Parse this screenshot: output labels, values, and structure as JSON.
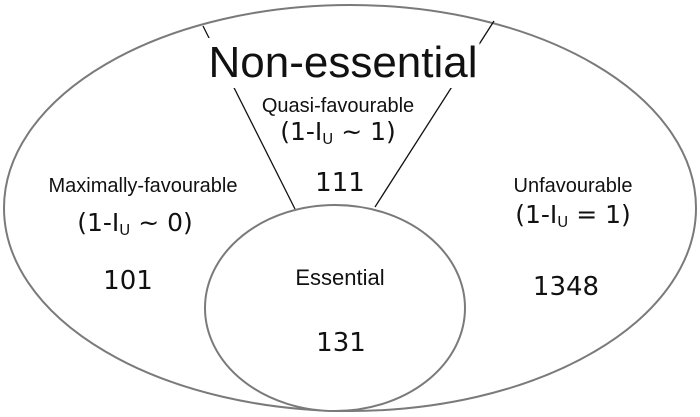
{
  "diagram": {
    "outer_set": {
      "label": "Non-essential",
      "regions": [
        {
          "id": "quasi-favourable",
          "name": "Quasi-favourable",
          "formula_prefix": "(1-I",
          "formula_sub": "U",
          "formula_suffix": " ~ 1)",
          "count": "111"
        },
        {
          "id": "maximally-favourable",
          "name": "Maximally-favourable",
          "formula_prefix": "(1-I",
          "formula_sub": "U",
          "formula_suffix": " ~ 0)",
          "count": "101"
        },
        {
          "id": "unfavourable",
          "name": "Unfavourable",
          "formula_prefix": "(1-I",
          "formula_sub": "U",
          "formula_suffix": " = 1)",
          "count": "1348"
        }
      ]
    },
    "inner_set": {
      "label": "Essential",
      "count": "131"
    },
    "colors": {
      "ellipse_stroke": "#7a7a7a",
      "divider_stroke": "#111111",
      "text": "#111111"
    }
  }
}
